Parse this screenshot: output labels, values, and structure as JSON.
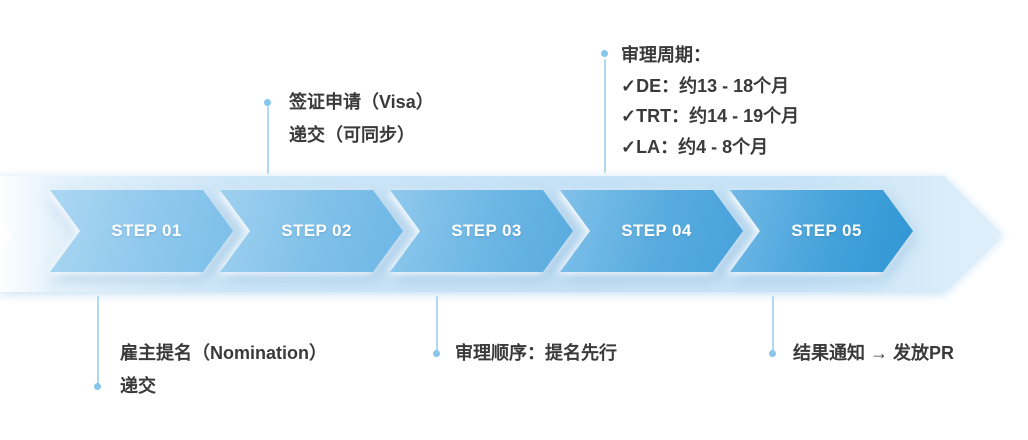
{
  "steps": [
    {
      "label": "STEP 01"
    },
    {
      "label": "STEP 02"
    },
    {
      "label": "STEP 03"
    },
    {
      "label": "STEP 04"
    },
    {
      "label": "STEP 05"
    }
  ],
  "annotations": {
    "visa_submission": {
      "line1": "签证申请（Visa）",
      "line2": "递交（可同步）"
    },
    "processing_cycle": {
      "title": "审理周期：",
      "items": [
        "✓DE：约13 - 18个月",
        "✓TRT：约14 - 19个月",
        "✓LA：约4 - 8个月"
      ]
    },
    "nomination_submission": {
      "line1": "雇主提名（Nomination）",
      "line2": "递交"
    },
    "processing_order": {
      "text": "审理顺序：提名先行"
    },
    "result_notice": {
      "text": "结果通知 → 发放PR"
    }
  },
  "colors": {
    "band_fill": "#c9e4f7",
    "chevron_lightest": "#abd7f2",
    "chevron_darkest": "#2f96d4",
    "connector_line": "#b0d8f1",
    "connector_dot": "#85c6ea",
    "annotation_text": "#3a3a3a",
    "step_label_text": "#ffffff"
  }
}
